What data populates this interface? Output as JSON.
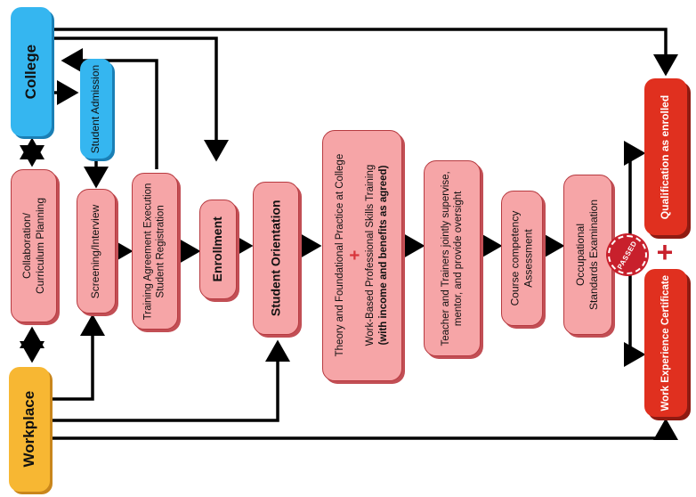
{
  "nodes": {
    "college": "College",
    "workplace": "Workplace",
    "student_admission": "Student Admission",
    "collaboration": [
      "Collaboration/",
      "Curriculum Planning"
    ],
    "screening": "Screening/Interview",
    "training_agreement": [
      "Training Agreement Execution",
      "Student Registration"
    ],
    "enrollment": "Enrollment",
    "student_orientation": "Student Orientation",
    "theory_practice": {
      "line1": "Theory and Foundational Practice at College",
      "plus": "+",
      "line2": "Work-Based Professional Skills Training",
      "line3": "(with income and benefits as agreed)"
    },
    "teacher_trainers": [
      "Teacher and Trainers jointly supervise,",
      "mentor, and provide oversight"
    ],
    "course_competency": [
      "Course competency",
      "Assessment"
    ],
    "occupational": [
      "Occupational",
      "Standards Examination"
    ],
    "passed": "PASSED",
    "qualification": "Qualification as enrolled",
    "plus_between": "+",
    "work_experience": "Work Experience Certificate"
  },
  "colors": {
    "pink": "#f6a5a7",
    "blue": "#35b6f0",
    "orange": "#f7b733",
    "red": "#e0301f",
    "arrow": "#000000"
  }
}
